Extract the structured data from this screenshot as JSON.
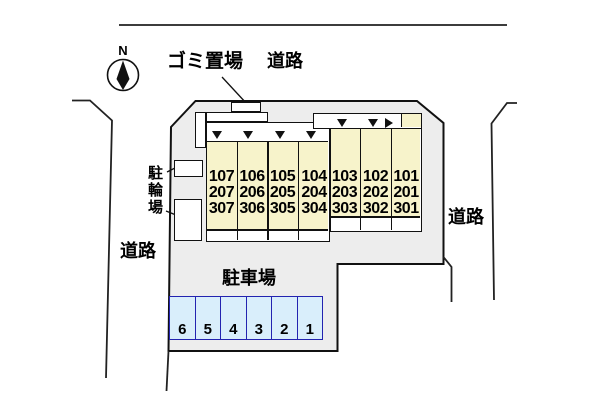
{
  "compass": {
    "north_label": "N"
  },
  "labels": {
    "garbage_area": "ゴミ置場",
    "road_top": "道路",
    "road_left": "道路",
    "road_right": "道路",
    "bicycle_parking": "駐輪場",
    "car_parking": "駐車場"
  },
  "building": {
    "floors": [
      {
        "name": "floor-1",
        "units": [
          "107",
          "106",
          "105",
          "104",
          "103",
          "102",
          "101"
        ]
      },
      {
        "name": "floor-2",
        "units": [
          "207",
          "206",
          "205",
          "204",
          "203",
          "202",
          "201"
        ]
      },
      {
        "name": "floor-3",
        "units": [
          "307",
          "306",
          "305",
          "304",
          "303",
          "302",
          "301"
        ]
      }
    ]
  },
  "parking": {
    "spaces": [
      "6",
      "5",
      "4",
      "3",
      "2",
      "1"
    ]
  },
  "colors": {
    "plot_fill": "#ededed",
    "unit_fill": "#f7f3cb",
    "parking_fill": "#d9eefb",
    "parking_border": "#2323b0",
    "line": "#111111"
  }
}
